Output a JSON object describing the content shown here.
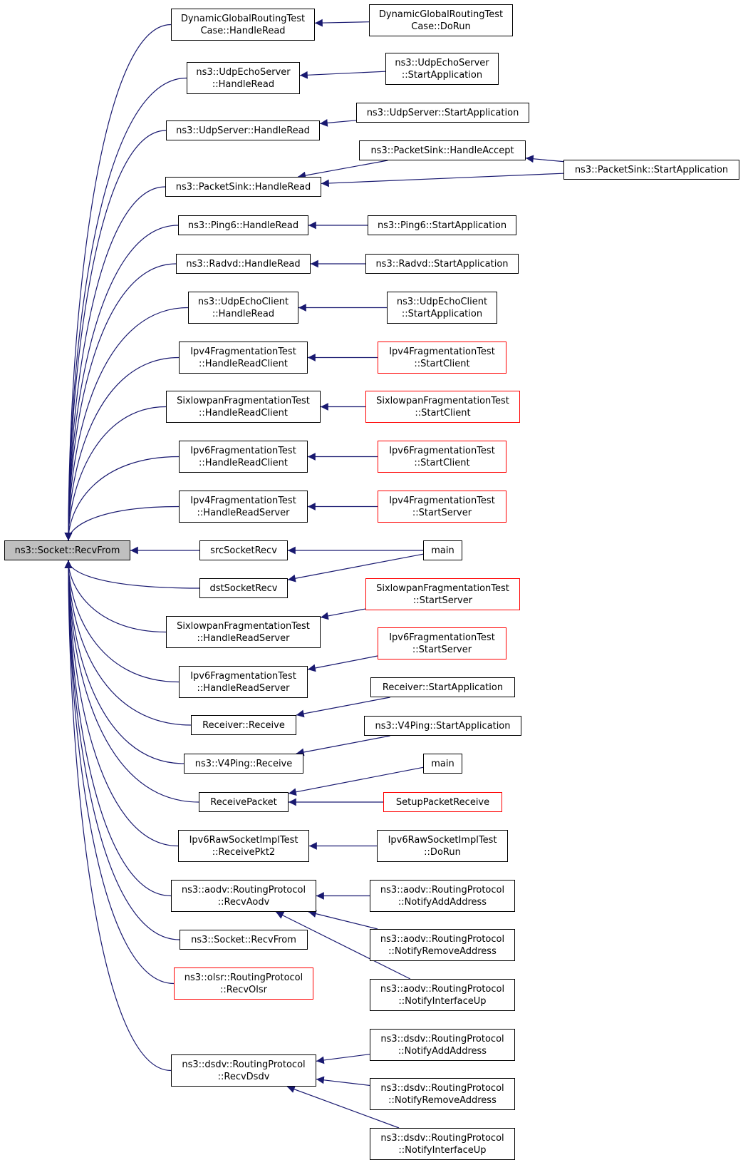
{
  "colors": {
    "edge": "#191970",
    "node_border": "#000000",
    "node_border_incomplete": "#ff0000",
    "root_fill": "#bfbfbf"
  },
  "nodes": [
    {
      "id": "root",
      "lines": [
        "ns3::Socket::RecvFrom"
      ]
    },
    {
      "id": "dgr_hr",
      "lines": [
        "DynamicGlobalRoutingTest",
        "Case::HandleRead"
      ]
    },
    {
      "id": "dgr_run",
      "lines": [
        "DynamicGlobalRoutingTest",
        "Case::DoRun"
      ]
    },
    {
      "id": "ues_hr",
      "lines": [
        "ns3::UdpEchoServer",
        "::HandleRead"
      ]
    },
    {
      "id": "ues_sa",
      "lines": [
        "ns3::UdpEchoServer",
        "::StartApplication"
      ]
    },
    {
      "id": "us_hr",
      "lines": [
        "ns3::UdpServer::HandleRead"
      ]
    },
    {
      "id": "us_sa",
      "lines": [
        "ns3::UdpServer::StartApplication"
      ]
    },
    {
      "id": "ps_ha",
      "lines": [
        "ns3::PacketSink::HandleAccept"
      ]
    },
    {
      "id": "ps_hr",
      "lines": [
        "ns3::PacketSink::HandleRead"
      ]
    },
    {
      "id": "ps_sa",
      "lines": [
        "ns3::PacketSink::StartApplication"
      ]
    },
    {
      "id": "p6_hr",
      "lines": [
        "ns3::Ping6::HandleRead"
      ]
    },
    {
      "id": "p6_sa",
      "lines": [
        "ns3::Ping6::StartApplication"
      ]
    },
    {
      "id": "rv_hr",
      "lines": [
        "ns3::Radvd::HandleRead"
      ]
    },
    {
      "id": "rv_sa",
      "lines": [
        "ns3::Radvd::StartApplication"
      ]
    },
    {
      "id": "uec_hr",
      "lines": [
        "ns3::UdpEchoClient",
        "::HandleRead"
      ]
    },
    {
      "id": "uec_sa",
      "lines": [
        "ns3::UdpEchoClient",
        "::StartApplication"
      ]
    },
    {
      "id": "i4_hrc",
      "lines": [
        "Ipv4FragmentationTest",
        "::HandleReadClient"
      ]
    },
    {
      "id": "i4_sc",
      "lines": [
        "Ipv4FragmentationTest",
        "::StartClient"
      ],
      "incomplete": true
    },
    {
      "id": "sx_hrc",
      "lines": [
        "SixlowpanFragmentationTest",
        "::HandleReadClient"
      ]
    },
    {
      "id": "sx_sc",
      "lines": [
        "SixlowpanFragmentationTest",
        "::StartClient"
      ],
      "incomplete": true
    },
    {
      "id": "i6_hrc",
      "lines": [
        "Ipv6FragmentationTest",
        "::HandleReadClient"
      ]
    },
    {
      "id": "i6_sc",
      "lines": [
        "Ipv6FragmentationTest",
        "::StartClient"
      ],
      "incomplete": true
    },
    {
      "id": "i4_hrs",
      "lines": [
        "Ipv4FragmentationTest",
        "::HandleReadServer"
      ]
    },
    {
      "id": "i4_ss",
      "lines": [
        "Ipv4FragmentationTest",
        "::StartServer"
      ],
      "incomplete": true
    },
    {
      "id": "src_recv",
      "lines": [
        "srcSocketRecv"
      ]
    },
    {
      "id": "main1",
      "lines": [
        "main"
      ]
    },
    {
      "id": "dst_recv",
      "lines": [
        "dstSocketRecv"
      ]
    },
    {
      "id": "sx_hrs",
      "lines": [
        "SixlowpanFragmentationTest",
        "::HandleReadServer"
      ]
    },
    {
      "id": "sx_ss",
      "lines": [
        "SixlowpanFragmentationTest",
        "::StartServer"
      ],
      "incomplete": true
    },
    {
      "id": "i6_hrs",
      "lines": [
        "Ipv6FragmentationTest",
        "::HandleReadServer"
      ]
    },
    {
      "id": "i6_ss",
      "lines": [
        "Ipv6FragmentationTest",
        "::StartServer"
      ],
      "incomplete": true
    },
    {
      "id": "rcv_rcv",
      "lines": [
        "Receiver::Receive"
      ]
    },
    {
      "id": "rcv_sa",
      "lines": [
        "Receiver::StartApplication"
      ]
    },
    {
      "id": "v4_rcv",
      "lines": [
        "ns3::V4Ping::Receive"
      ]
    },
    {
      "id": "v4_sa",
      "lines": [
        "ns3::V4Ping::StartApplication"
      ]
    },
    {
      "id": "main2",
      "lines": [
        "main"
      ]
    },
    {
      "id": "rp",
      "lines": [
        "ReceivePacket"
      ]
    },
    {
      "id": "sprcv",
      "lines": [
        "SetupPacketReceive"
      ],
      "incomplete": true
    },
    {
      "id": "raw_rp2",
      "lines": [
        "Ipv6RawSocketImplTest",
        "::ReceivePkt2"
      ]
    },
    {
      "id": "raw_run",
      "lines": [
        "Ipv6RawSocketImplTest",
        "::DoRun"
      ]
    },
    {
      "id": "aodv_ra",
      "lines": [
        "ns3::aodv::RoutingProtocol",
        "::RecvAodv"
      ]
    },
    {
      "id": "aodv_naa",
      "lines": [
        "ns3::aodv::RoutingProtocol",
        "::NotifyAddAddress"
      ]
    },
    {
      "id": "aodv_nra",
      "lines": [
        "ns3::aodv::RoutingProtocol",
        "::NotifyRemoveAddress"
      ]
    },
    {
      "id": "aodv_niu",
      "lines": [
        "ns3::aodv::RoutingProtocol",
        "::NotifyInterfaceUp"
      ]
    },
    {
      "id": "sock_rf",
      "lines": [
        "ns3::Socket::RecvFrom"
      ]
    },
    {
      "id": "olsr_ro",
      "lines": [
        "ns3::olsr::RoutingProtocol",
        "::RecvOlsr"
      ],
      "incomplete": true
    },
    {
      "id": "dsdv_rd",
      "lines": [
        "ns3::dsdv::RoutingProtocol",
        "::RecvDsdv"
      ]
    },
    {
      "id": "dsdv_naa",
      "lines": [
        "ns3::dsdv::RoutingProtocol",
        "::NotifyAddAddress"
      ]
    },
    {
      "id": "dsdv_nra",
      "lines": [
        "ns3::dsdv::RoutingProtocol",
        "::NotifyRemoveAddress"
      ]
    },
    {
      "id": "dsdv_niu",
      "lines": [
        "ns3::dsdv::RoutingProtocol",
        "::NotifyInterfaceUp"
      ]
    }
  ],
  "edges": [
    [
      "dgr_hr",
      "root"
    ],
    [
      "ues_hr",
      "root"
    ],
    [
      "us_hr",
      "root"
    ],
    [
      "ps_hr",
      "root"
    ],
    [
      "p6_hr",
      "root"
    ],
    [
      "rv_hr",
      "root"
    ],
    [
      "uec_hr",
      "root"
    ],
    [
      "i4_hrc",
      "root"
    ],
    [
      "sx_hrc",
      "root"
    ],
    [
      "i6_hrc",
      "root"
    ],
    [
      "i4_hrs",
      "root"
    ],
    [
      "src_recv",
      "root"
    ],
    [
      "dst_recv",
      "root"
    ],
    [
      "sx_hrs",
      "root"
    ],
    [
      "i6_hrs",
      "root"
    ],
    [
      "rcv_rcv",
      "root"
    ],
    [
      "v4_rcv",
      "root"
    ],
    [
      "rp",
      "root"
    ],
    [
      "raw_rp2",
      "root"
    ],
    [
      "aodv_ra",
      "root"
    ],
    [
      "sock_rf",
      "root"
    ],
    [
      "olsr_ro",
      "root"
    ],
    [
      "dsdv_rd",
      "root"
    ],
    [
      "dgr_run",
      "dgr_hr"
    ],
    [
      "ues_sa",
      "ues_hr"
    ],
    [
      "us_sa",
      "us_hr"
    ],
    [
      "ps_ha",
      "ps_hr"
    ],
    [
      "ps_sa",
      "ps_hr"
    ],
    [
      "ps_sa",
      "ps_ha"
    ],
    [
      "p6_sa",
      "p6_hr"
    ],
    [
      "rv_sa",
      "rv_hr"
    ],
    [
      "uec_sa",
      "uec_hr"
    ],
    [
      "i4_sc",
      "i4_hrc"
    ],
    [
      "sx_sc",
      "sx_hrc"
    ],
    [
      "i6_sc",
      "i6_hrc"
    ],
    [
      "i4_ss",
      "i4_hrs"
    ],
    [
      "main1",
      "src_recv"
    ],
    [
      "main1",
      "dst_recv"
    ],
    [
      "sx_ss",
      "sx_hrs"
    ],
    [
      "i6_ss",
      "i6_hrs"
    ],
    [
      "rcv_sa",
      "rcv_rcv"
    ],
    [
      "v4_sa",
      "v4_rcv"
    ],
    [
      "main2",
      "rp"
    ],
    [
      "sprcv",
      "rp"
    ],
    [
      "raw_run",
      "raw_rp2"
    ],
    [
      "aodv_naa",
      "aodv_ra"
    ],
    [
      "aodv_nra",
      "aodv_ra"
    ],
    [
      "aodv_niu",
      "aodv_ra"
    ],
    [
      "dsdv_naa",
      "dsdv_rd"
    ],
    [
      "dsdv_nra",
      "dsdv_rd"
    ],
    [
      "dsdv_niu",
      "dsdv_rd"
    ]
  ]
}
